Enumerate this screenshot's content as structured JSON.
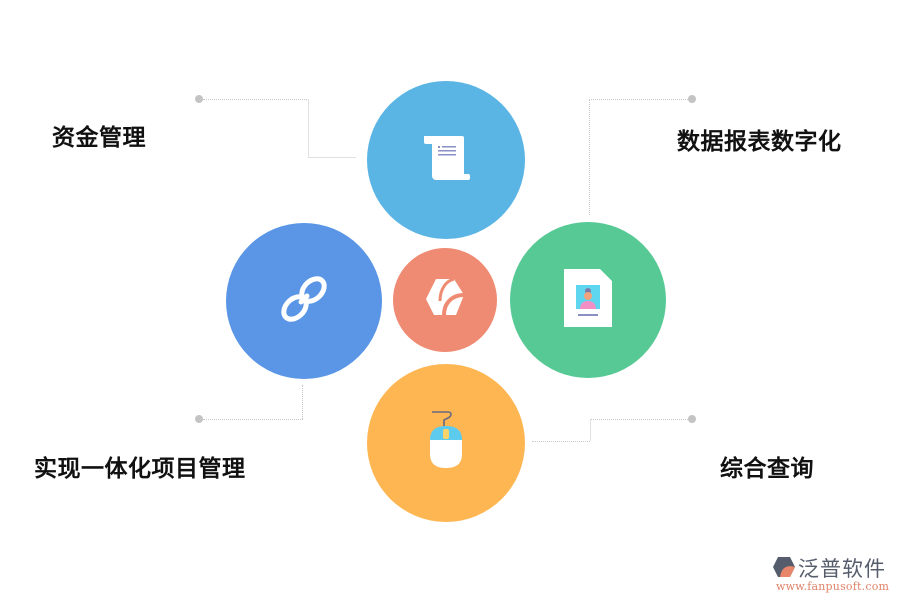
{
  "diagram": {
    "center": {
      "icon": "brand-hexagon-icon",
      "color": "#ef8b72"
    },
    "nodes": [
      {
        "id": "top",
        "label": "资金管理",
        "icon": "scroll-document-icon",
        "color": "#5ab4e4"
      },
      {
        "id": "right",
        "label": "数据报表数字化",
        "icon": "id-card-document-icon",
        "color": "#56c995"
      },
      {
        "id": "left",
        "label": "实现一体化项目管理",
        "icon": "link-chain-icon",
        "color": "#5b96e6"
      },
      {
        "id": "bottom",
        "label": "综合查询",
        "icon": "computer-mouse-icon",
        "color": "#feb652"
      }
    ]
  },
  "labels": {
    "top_left": "资金管理",
    "top_right": "数据报表数字化",
    "bottom_left": "实现一体化项目管理",
    "bottom_right": "综合查询"
  },
  "logo": {
    "name": "泛普软件",
    "url": "www.fanpusoft.com"
  }
}
